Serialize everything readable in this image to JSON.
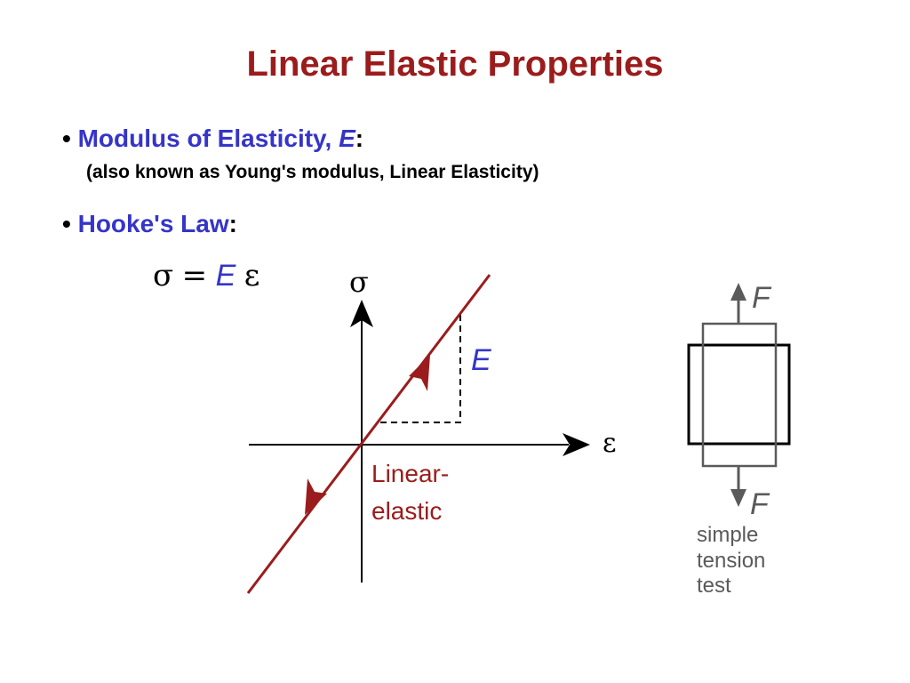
{
  "title": "Linear Elastic Properties",
  "bullets": [
    {
      "marker": "•",
      "term_text": "Modulus of Elasticity, ",
      "term_symbol": "E",
      "colon": ":",
      "note": "(also known as Young's modulus, Linear Elasticity)"
    },
    {
      "marker": "•",
      "term_text": "Hooke's Law",
      "colon": ":"
    }
  ],
  "equation": {
    "lhs": "σ",
    "equals": "=",
    "modulus": "E",
    "strain": "ε"
  },
  "graph": {
    "y_axis_label": "σ",
    "x_axis_label": "ε",
    "slope_label": "E",
    "curve_label_line1": "Linear-",
    "curve_label_line2": "elastic"
  },
  "test": {
    "force_top": "F",
    "force_bottom": "F",
    "caption_line1": "simple",
    "caption_line2": "tension",
    "caption_line3": "test"
  },
  "colors": {
    "title": "#9b1c1c",
    "term": "#3535c8",
    "curve": "#9b1c1c",
    "arrow_gray": "#5a5a5a",
    "caption_gray": "#5a5a5a"
  }
}
